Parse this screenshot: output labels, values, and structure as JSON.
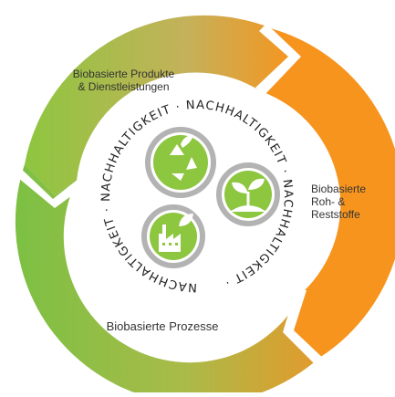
{
  "segments": {
    "products": {
      "line1": "Biobasierte Produkte",
      "line2": "& Dienstleistungen"
    },
    "raw_materials": {
      "line1": "Biobasierte",
      "line2": "Roh- &",
      "line3": "Reststoffe"
    },
    "processes": {
      "line1": "Biobasierte Prozesse"
    }
  },
  "ring_text": "NACHHALTIGKEIT · NACHHALTIGKEIT · NACHHALTIGKEIT · NACHHALTIGKEIT ·",
  "icons": [
    "recycle-icon",
    "seedling-icon",
    "eco-factory-icon"
  ],
  "colors": {
    "green": "#8dc63f",
    "orange": "#f7941d",
    "ring_grey": "#b3b3b3",
    "icon_bg": "#8dc63f",
    "text": "#333333"
  }
}
